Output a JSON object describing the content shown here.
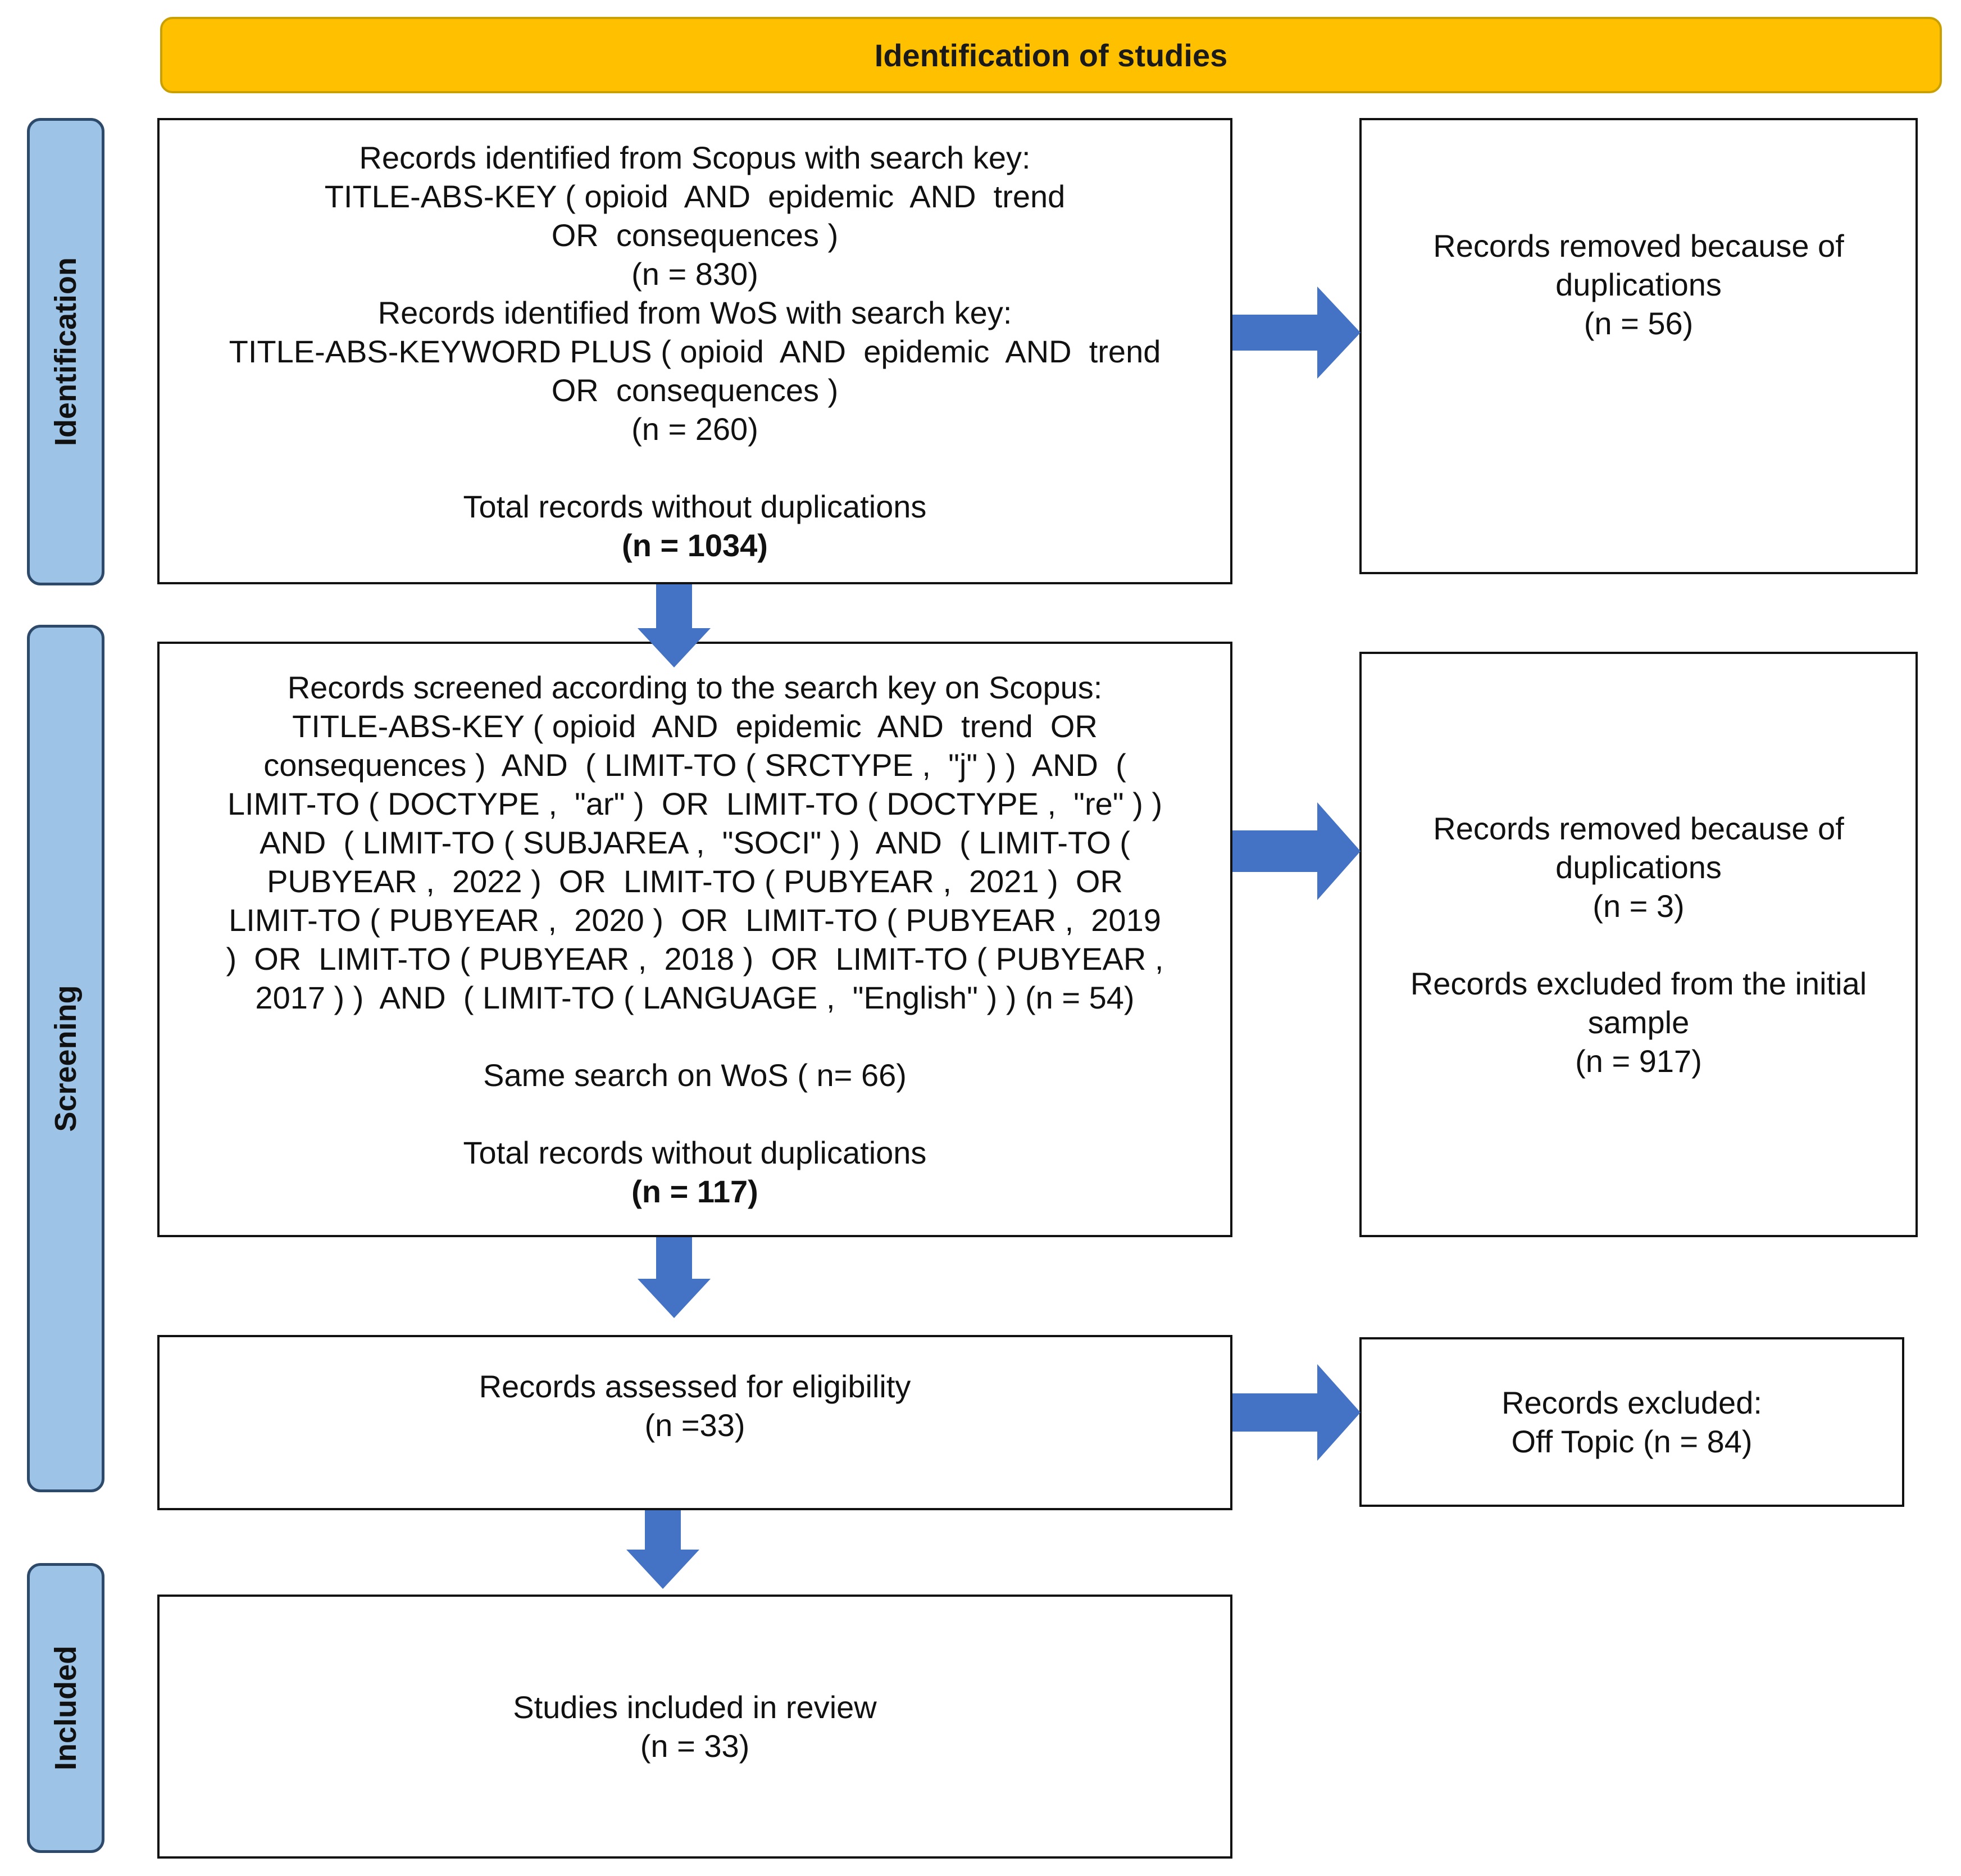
{
  "header": {
    "title": "Identification of studies"
  },
  "stages": {
    "identification": "Identification",
    "screening": "Screening",
    "included": "Included"
  },
  "identification_box": {
    "lines": [
      "Records identified from Scopus with search key:",
      "TITLE-ABS-KEY ( opioid  AND  epidemic  AND  trend",
      "OR  consequences )",
      "(n = 830)",
      "Records identified from WoS with search key:",
      "TITLE-ABS-KEYWORD PLUS ( opioid  AND  epidemic  AND  trend",
      "OR  consequences )",
      "(n = 260)"
    ],
    "total_label": "Total records without duplications",
    "total_value": "(n = 1034)"
  },
  "removed_box_1": {
    "lines": [
      "Records removed because of",
      "duplications",
      "(n = 56)"
    ]
  },
  "screening_box": {
    "lines": [
      "Records screened according to the search key on Scopus:",
      "TITLE-ABS-KEY ( opioid  AND  epidemic  AND  trend  OR",
      "consequences )  AND  ( LIMIT-TO ( SRCTYPE ,  \"j\" ) )  AND  (",
      "LIMIT-TO ( DOCTYPE ,  \"ar\" )  OR  LIMIT-TO ( DOCTYPE ,  \"re\" ) )",
      "AND  ( LIMIT-TO ( SUBJAREA ,  \"SOCI\" ) )  AND  ( LIMIT-TO (",
      "PUBYEAR ,  2022 )  OR  LIMIT-TO ( PUBYEAR ,  2021 )  OR",
      "LIMIT-TO ( PUBYEAR ,  2020 )  OR  LIMIT-TO ( PUBYEAR ,  2019",
      ")  OR  LIMIT-TO ( PUBYEAR ,  2018 )  OR  LIMIT-TO ( PUBYEAR ,",
      "2017 ) )  AND  ( LIMIT-TO ( LANGUAGE ,  \"English\" ) ) (n = 54)"
    ],
    "wos_line": "Same search on WoS ( n= 66)",
    "total_label": "Total records without duplications",
    "total_value": "(n = 117)"
  },
  "removed_box_2": {
    "lines_a": [
      "Records removed because of",
      "duplications",
      "(n = 3)"
    ],
    "lines_b": [
      "Records excluded from the initial",
      "sample",
      "(n = 917)"
    ]
  },
  "eligibility_box": {
    "lines": [
      "Records assessed for eligibility",
      "(n =33)"
    ]
  },
  "excluded_box": {
    "lines": [
      "Records excluded:",
      "Off Topic (n = 84)"
    ]
  },
  "included_box": {
    "lines": [
      "Studies included in review",
      "(n = 33)"
    ]
  },
  "colors": {
    "banner": "#ffc000",
    "stage_fill": "#9dc3e6",
    "stage_border": "#2e4a6b",
    "arrow": "#4472c4"
  }
}
